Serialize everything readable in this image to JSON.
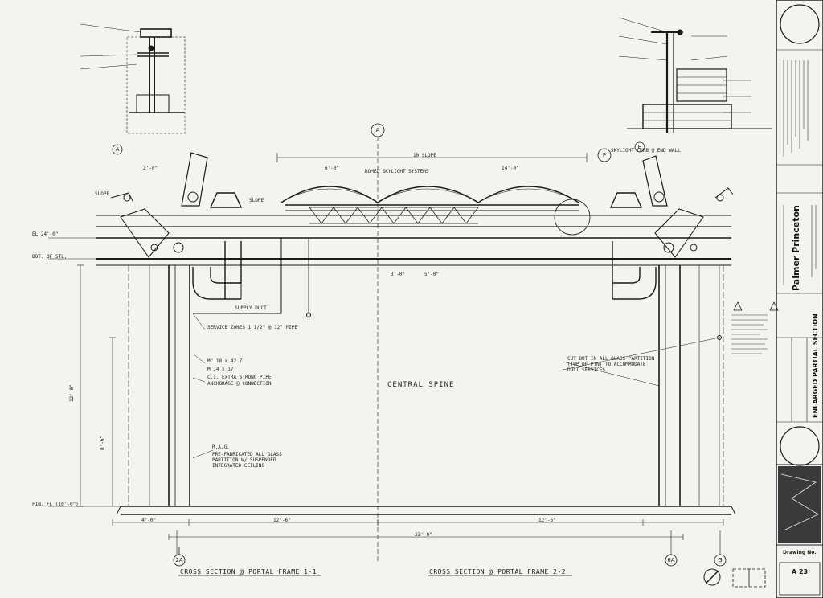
{
  "project": {
    "name": "Palmer Princeton",
    "drawing_title": "ENLARGED PARTIAL SECTION",
    "drawing_number_label": "Drawing No.",
    "drawing_number": "A 23"
  },
  "grid_bubbles": {
    "top_center": "A",
    "section_a": "A",
    "section_b": "B",
    "right_p": "P",
    "bottom_left": "2A",
    "bottom_6a": "6A",
    "bottom_g": "G"
  },
  "labels": {
    "central_spine": "CENTRAL SPINE",
    "section_left": "CROSS SECTION @ PORTAL FRAME 1-1",
    "section_right": "CROSS SECTION @ PORTAL FRAME 2-2",
    "skylight": "DOMED SKYLIGHT SYSTEMS",
    "span_10": "10 SLOPE",
    "skylight_curb": "SKYLIGHT CURB @ END WALL",
    "supply_duct": "SUPPLY DUCT",
    "slope_left": "SLOPE",
    "slope_mid": "SLOPE",
    "ceiling_note": "PRE-FABRICATED ALL GLASS PARTITION W/ SUSPENDED INTEGRATED CEILING",
    "ceiling_label": "R.A.G.",
    "cutout_note": "CUT OUT IN ALL GLASS PARTITION (TOP OF PTN) TO ACCOMMODATE DUCT SERVICES",
    "sprinkler": "C.I. EXTRA STRONG PIPE",
    "anchorage": "ANCHORAGE @ CONNECTION",
    "note_pipe": "SERVICE ZONES 1 1/2\" @ 12\" PIPE",
    "mc": "MC 18 x 42.7",
    "m14": "M 14 x 17"
  },
  "dimensions": {
    "d2_0": "2'-0\"",
    "d4": "4'-0\"",
    "d12_6": "12'-6\"",
    "d12_6b": "12'-6\"",
    "d23": "23'-0\"",
    "d6": "6'-0\"",
    "d14": "14'-0\"",
    "d3": "3'-0\"",
    "d5": "5'-0\"",
    "el1": "EL 24'-0\"",
    "el2": "BOT. OF STL.",
    "el3": "FIN. FL (10'-0\")",
    "v_dim1": "12'-0\"",
    "v_dim2": "8'-6\""
  }
}
